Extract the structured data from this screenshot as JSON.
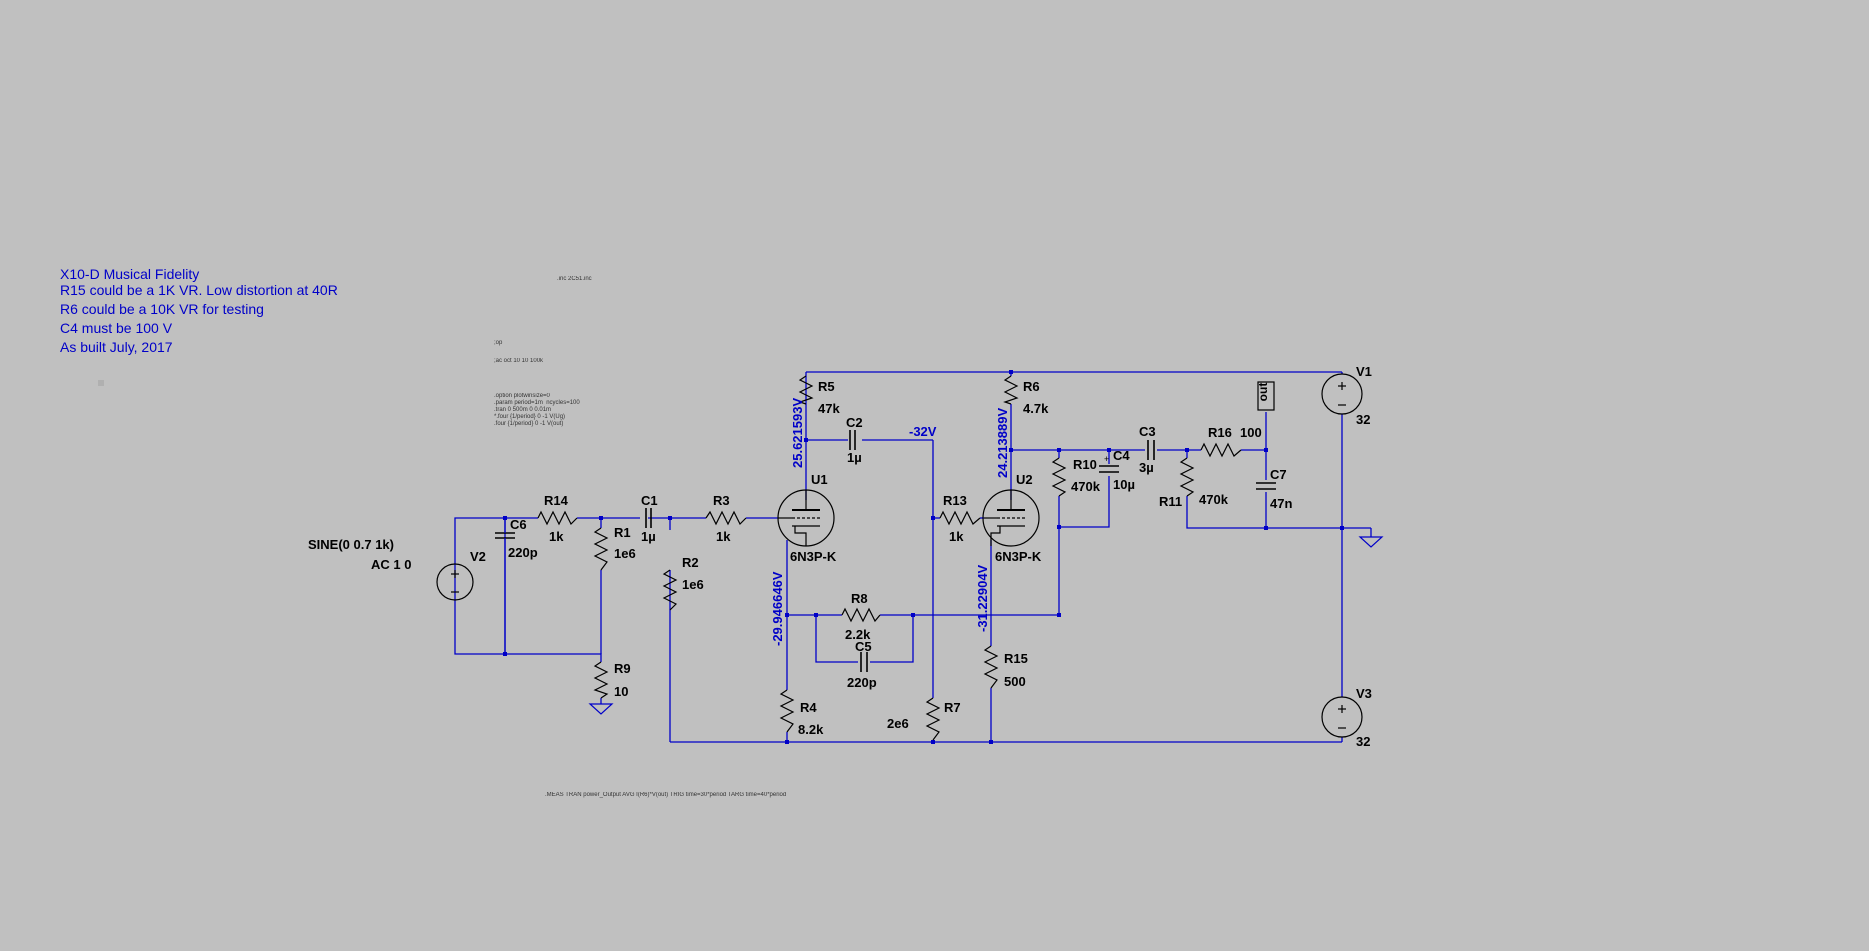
{
  "comments": [
    "X10-D Musical Fidelity",
    "R15 could be a 1K VR. Low distortion at 40R",
    "R6 could be a 10K VR for testing",
    "C4 must be 100 V",
    "As built July, 2017"
  ],
  "directives": {
    "inc": ".inc 2C51.inc",
    "op": ";op",
    "ac": ";ac oct 10 10 100k",
    "options": ".option plotwinsize=0\n.param period=1m  ncycles=100\n.tran 0 500m 0 0.01m\n*.four {1/period} 0 -1 V(Ug)\n.four {1/period} 0 -1 V(out)",
    "meas": ".MEAS TRAN power_Output AVG I(R6)*V(out) TRIG time=30*period TARG time=40*period"
  },
  "components": {
    "R14": {
      "name": "R14",
      "value": "1k"
    },
    "C6": {
      "name": "C6",
      "value": "220p"
    },
    "R1": {
      "name": "R1",
      "value": "1e6"
    },
    "C1": {
      "name": "C1",
      "value": "1µ"
    },
    "R3": {
      "name": "R3",
      "value": "1k"
    },
    "R2": {
      "name": "R2",
      "value": "1e6"
    },
    "R9": {
      "name": "R9",
      "value": "10"
    },
    "U1": {
      "name": "U1",
      "value": "6N3P-K"
    },
    "R5": {
      "name": "R5",
      "value": "47k"
    },
    "C2": {
      "name": "C2",
      "value": "1µ"
    },
    "R8": {
      "name": "R8",
      "value": "2.2k"
    },
    "C5": {
      "name": "C5",
      "value": "220p"
    },
    "R4": {
      "name": "R4",
      "value": "8.2k"
    },
    "R7": {
      "name": "R7",
      "value": "2e6"
    },
    "R13": {
      "name": "R13",
      "value": "1k"
    },
    "U2": {
      "name": "U2",
      "value": "6N3P-K"
    },
    "R6": {
      "name": "R6",
      "value": "4.7k"
    },
    "R15": {
      "name": "R15",
      "value": "500"
    },
    "R10": {
      "name": "R10",
      "value": "470k"
    },
    "C4": {
      "name": "C4",
      "value": "10µ"
    },
    "C3": {
      "name": "C3",
      "value": "3µ"
    },
    "R11": {
      "name": "R11",
      "value": "470k"
    },
    "R16": {
      "name": "R16",
      "value": "100"
    },
    "C7": {
      "name": "C7",
      "value": "47n"
    },
    "V1": {
      "name": "V1",
      "value": "32"
    },
    "V3": {
      "name": "V3",
      "value": "32"
    },
    "V2": {
      "name": "V2",
      "value": "SINE(0 0.7 1k)",
      "ac": "AC 1 0"
    }
  },
  "net_labels": {
    "neg32": "-32V",
    "out": "out"
  },
  "voltage_probes": {
    "u1_plate": "25.621593V",
    "u1_cathode": "-29.946646V",
    "u2_plate": "24.213889V",
    "u2_cathode": "-31.22904V"
  },
  "colors": {
    "background": "#c0c0c0",
    "wire": "#0000c8",
    "text": "#000000",
    "comment": "#0000c8"
  }
}
